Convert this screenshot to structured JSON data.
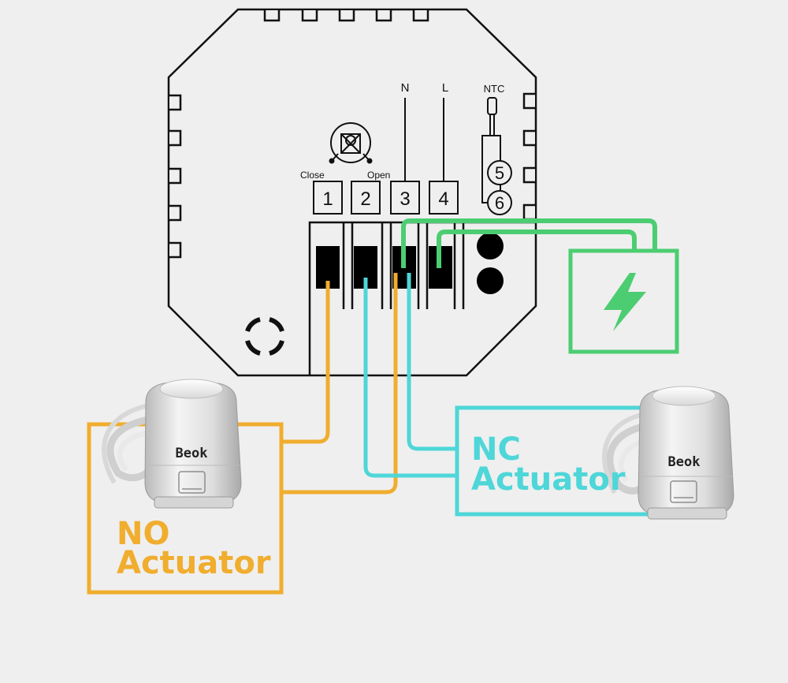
{
  "colors": {
    "no_wire": "#f0ad2e",
    "nc_wire": "#4ed6d8",
    "power": "#4ccd72",
    "outline": "#111111",
    "background": "#efefef"
  },
  "thermostat": {
    "valve_labels": {
      "close": "Close",
      "open": "Open"
    },
    "terminals": [
      "1",
      "2",
      "3",
      "4"
    ],
    "power_labels": {
      "n": "N",
      "l": "L"
    },
    "ntc_label": "NTC",
    "ntc_terminals": [
      "5",
      "6"
    ]
  },
  "no_actuator": {
    "line1": "NO",
    "line2": "Actuator",
    "brand": "Beok"
  },
  "nc_actuator": {
    "line1": "NC",
    "line2": "Actuator",
    "brand": "Beok"
  },
  "power_icon": "lightning-bolt-icon"
}
